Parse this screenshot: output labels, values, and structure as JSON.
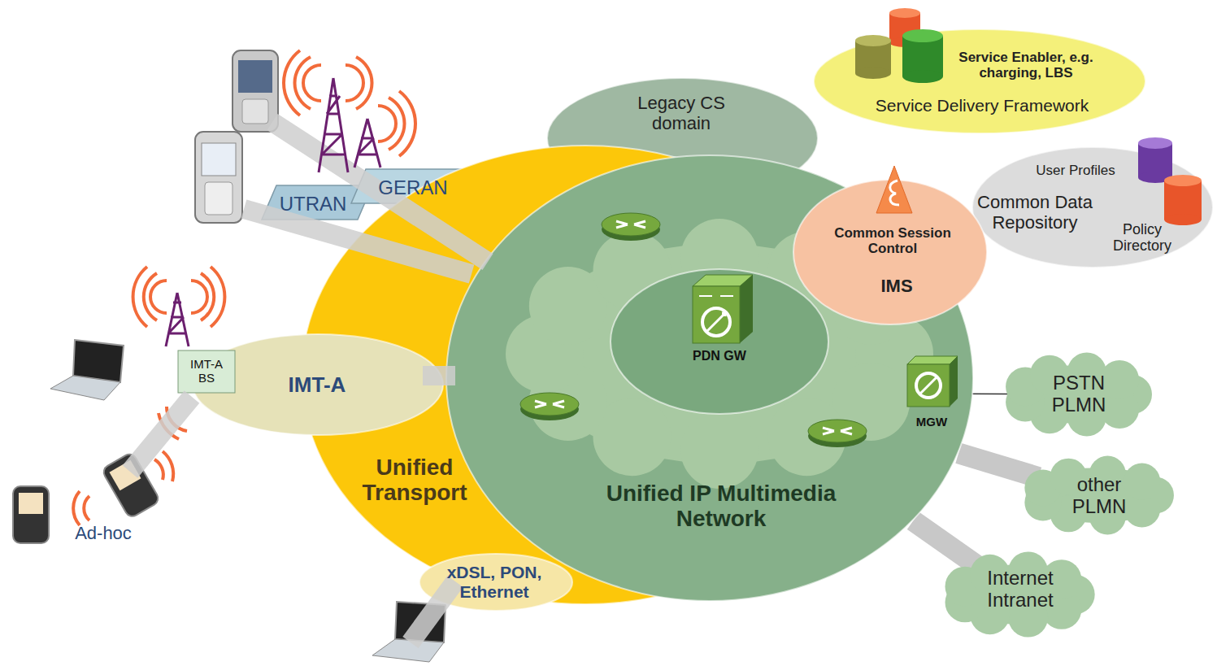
{
  "diagram": {
    "nodes": [
      {
        "text": [
          "Service Enabler, e.g. charging, LBS",
          "Service Delivery Framework"
        ]
      },
      {
        "text": [
          "Legacy CS domain"
        ]
      },
      {
        "text": [
          "User Profiles",
          "Common Data Repository",
          "Policy Directory"
        ]
      },
      {
        "text": [
          "UTRAN"
        ]
      },
      {
        "text": [
          "GERAN"
        ]
      },
      {
        "text": [
          "Unified Transport"
        ]
      },
      {
        "text": [
          "Unified IP Multimedia Network"
        ]
      },
      {
        "text": [
          "Common Session Control",
          "IMS"
        ],
        "in": 6
      },
      {
        "text": [
          "PDN GW"
        ],
        "in": 6
      },
      {
        "text": [
          "MGW"
        ],
        "in": 6
      },
      {
        "text": [
          "IMT-A BS"
        ]
      },
      {
        "text": [
          "IMT-A"
        ]
      },
      {
        "text": [
          "xDSL, PON, Ethernet"
        ]
      },
      {
        "text": [
          "PSTN PLMN"
        ]
      },
      {
        "text": [
          "other PLMN"
        ]
      },
      {
        "text": [
          "Internet Intranet"
        ]
      }
    ],
    "edges": [
      {
        "from": 9,
        "to": 13,
        "arrow": "none"
      },
      {
        "from": 6,
        "to": 14,
        "arrow": "none"
      },
      {
        "from": 6,
        "to": 15,
        "arrow": "none"
      }
    ],
    "labels": [
      "Ad-hoc"
    ]
  }
}
